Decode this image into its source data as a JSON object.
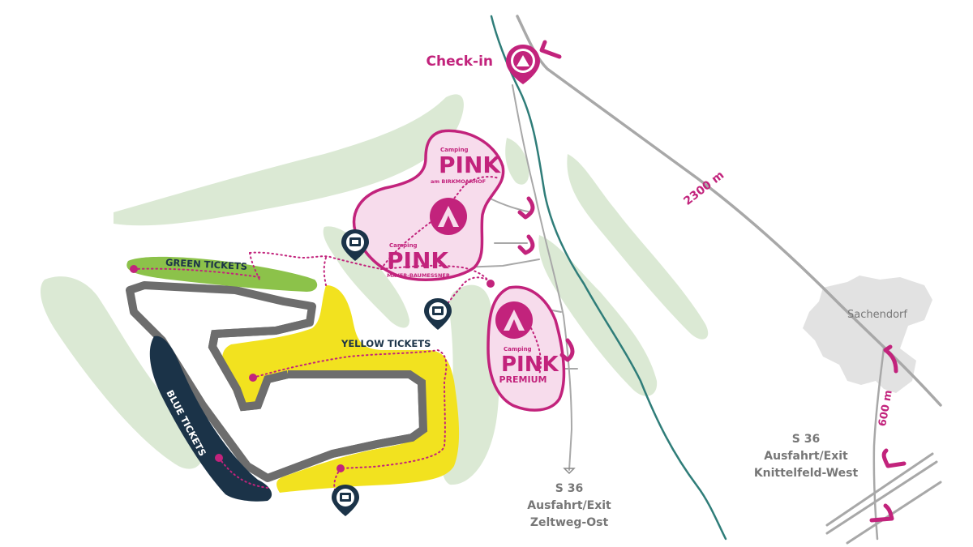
{
  "checkin": {
    "label": "Check-in"
  },
  "camp_birkmoarhof": {
    "small": "Camping",
    "name": "PINK",
    "sub": "am BIRKMOARHOF"
  },
  "camp_mayer": {
    "small": "Camping",
    "name": "PINK",
    "sub": "MAYER-BAUMESSNER"
  },
  "camp_premium": {
    "small": "Camping",
    "name": "PINK",
    "sub": "PREMIUM"
  },
  "tickets": {
    "green": "GREEN TICKETS",
    "yellow": "YELLOW TICKETS",
    "blue": "BLUE TICKETS"
  },
  "distances": {
    "main_road": "2300 m",
    "exit_road": "600 m"
  },
  "town": {
    "name": "Sachendorf"
  },
  "exit_west": {
    "line1": "S 36",
    "line2": "Ausfahrt/Exit",
    "line3": "Knittelfeld-West"
  },
  "exit_east": {
    "line1": "S 36",
    "line2": "Ausfahrt/Exit",
    "line3": "Zeltweg-Ost"
  },
  "colors": {
    "pink": "#c2237c",
    "pink_fill": "#f7dcec",
    "yellow": "#f2e21f",
    "green": "#8cc24a",
    "blue": "#1b3348",
    "track": "#6d6d6d",
    "forest": "#dbe9d4",
    "river": "#2f7d79",
    "road": "#a8a8a8",
    "town": "#e2e2e2"
  }
}
